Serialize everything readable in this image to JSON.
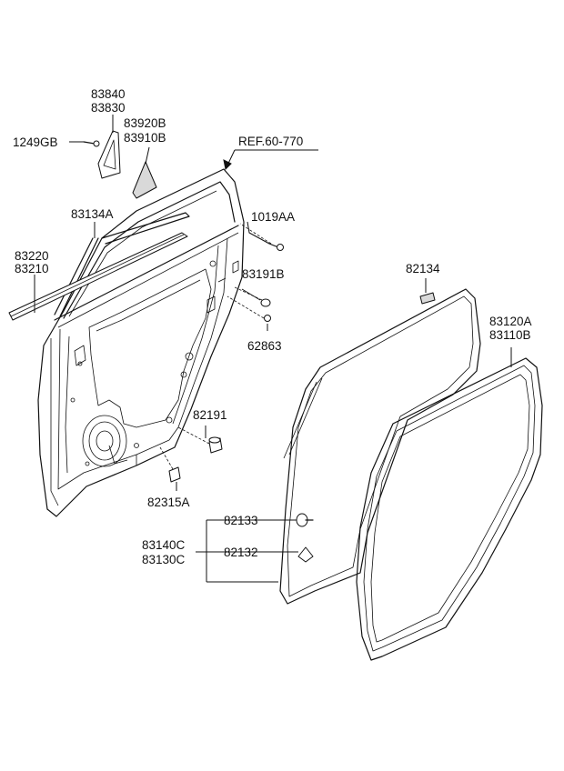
{
  "labels": {
    "p83840": "83840",
    "p83830": "83830",
    "p1249GB": "1249GB",
    "p83920B": "83920B",
    "p83910B": "83910B",
    "ref": "REF.60-770",
    "p83134A": "83134A",
    "p1019AA": "1019AA",
    "p83220": "83220",
    "p83210": "83210",
    "p83191B": "83191B",
    "p82134": "82134",
    "p62863": "62863",
    "p83120A": "83120A",
    "p83110B": "83110B",
    "p82191": "82191",
    "p82315A": "82315A",
    "p82133": "82133",
    "p83140C": "83140C",
    "p83130C": "83130C",
    "p82132": "82132"
  }
}
